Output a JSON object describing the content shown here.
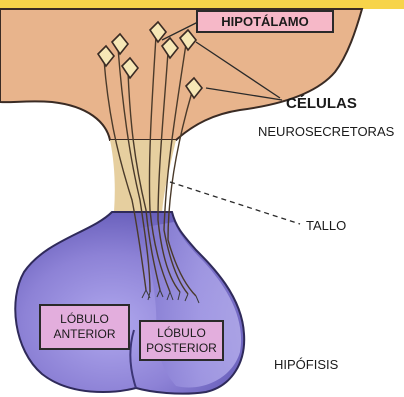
{
  "diagram": {
    "labels": {
      "hipotalamo": "HIPOTÁLAMO",
      "celulas": "CÉLULAS",
      "neurosecretoras": "NEUROSECRETORAS",
      "tallo": "TALLO",
      "lobulo_anterior_1": "LÓBULO",
      "lobulo_anterior_2": "ANTERIOR",
      "lobulo_posterior_1": "LÓBULO",
      "lobulo_posterior_2": "POSTERIOR",
      "hipofisis": "HIPÓFISIS"
    },
    "colors": {
      "top_band": "#f7d44a",
      "hypothalamus": "#e8b48c",
      "stalk": "#e6cf9f",
      "pituitary": "#8d82d6",
      "pituitary_shadow": "#5f56b4",
      "label_box_pink": "#f6b8c8",
      "label_box_lilac": "#e3aedd"
    }
  }
}
